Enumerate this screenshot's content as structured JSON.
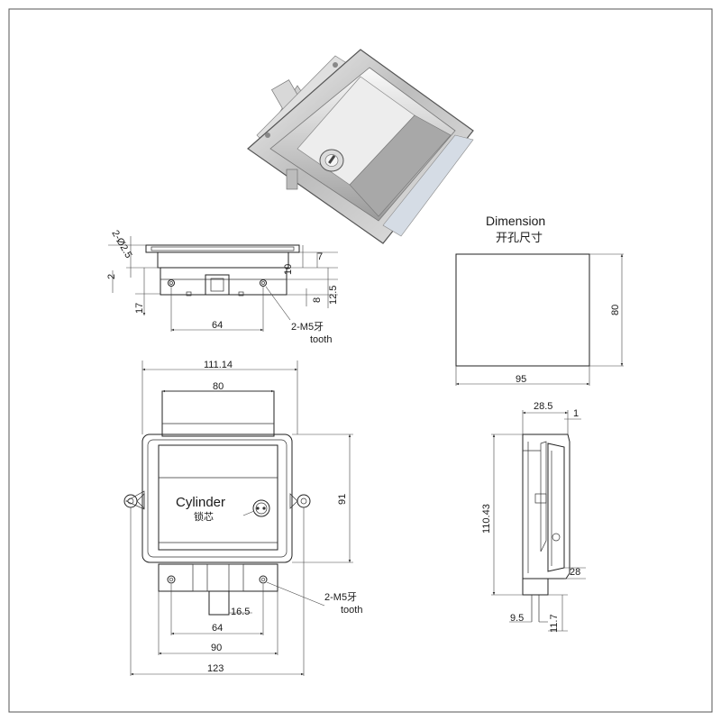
{
  "labels": {
    "dimension_title": "Dimension",
    "dimension_cn": "开孔尺寸",
    "cylinder": "Cylinder",
    "cylinder_cn": "锁芯",
    "thread_top": "2-M5牙",
    "tooth_top": "tooth",
    "thread_bottom": "2-M5牙",
    "tooth_bottom": "tooth"
  },
  "dims": {
    "side_hole": "2-Ø2.5",
    "side_2": "2",
    "side_17": "17",
    "side_7": "7",
    "side_10": "10",
    "side_8": "8",
    "side_12_5": "12.5",
    "side_64": "64",
    "cutout_95": "95",
    "cutout_80": "80",
    "front_111_14": "111.14",
    "front_80": "80",
    "front_91": "91",
    "front_16_5": "16.5",
    "front_64": "64",
    "front_90": "90",
    "front_123": "123",
    "right_28_5": "28.5",
    "right_1": "1",
    "right_110_43": "110.43",
    "right_28": "28",
    "right_9_5": "9.5",
    "right_11_7": "11.7"
  },
  "colors": {
    "line": "#222222",
    "background": "#ffffff",
    "frame": "#555555"
  }
}
